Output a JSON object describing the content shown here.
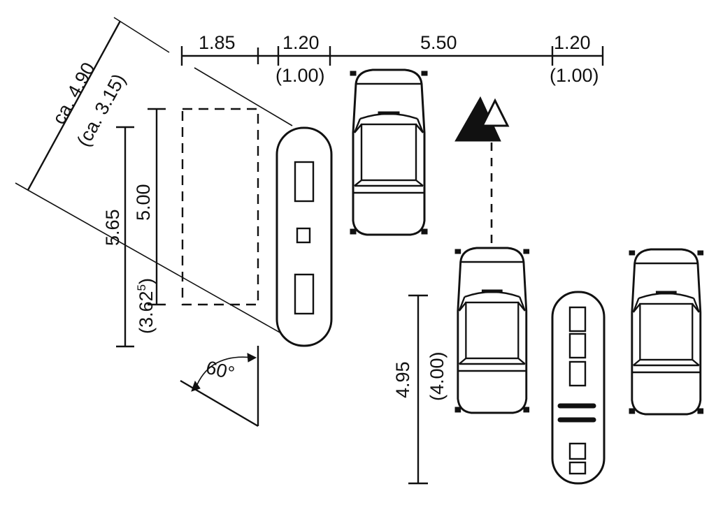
{
  "dimensions": {
    "top_1_85": "1.85",
    "top_1_20_left": "1.20",
    "top_1_00_left": "(1.00)",
    "top_5_50": "5.50",
    "top_1_20_right": "1.20",
    "top_1_00_right": "(1.00)",
    "diag_4_90": "ca. 4.90",
    "diag_3_15": "(ca. 3.15)",
    "left_5_65": "5.65",
    "left_5_00": "5.00",
    "left_3_62_base": "(3.62",
    "left_3_62_sup": "5",
    "left_3_62_close": ")",
    "angle_60": "60°",
    "right_4_95": "4.95",
    "right_4_00": "(4.00)"
  },
  "colors": {
    "ink": "#111111",
    "paper": "#ffffff"
  },
  "icons": [
    "car-top-view",
    "traffic-sign-icon",
    "parking-meter-island"
  ]
}
